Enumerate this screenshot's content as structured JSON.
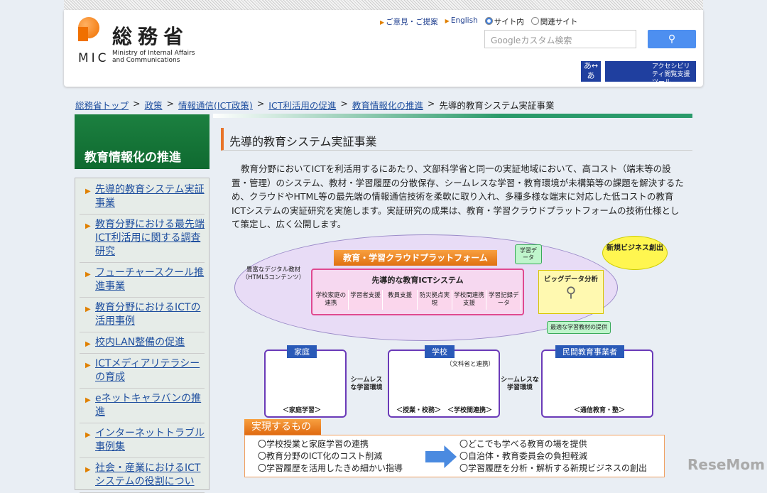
{
  "header": {
    "logo_kanji": "総務省",
    "logo_abbr": "MIC",
    "logo_en_1": "Ministry of Internal Affairs",
    "logo_en_2": "and Communications",
    "links": [
      "ご意見・ご提案",
      "English"
    ],
    "radio_site": "サイト内",
    "radio_related": "関連サイト",
    "search_placeholder": "Googleカスタム検索",
    "search_icon": "magnifier-icon",
    "acc_font": "あ↔あ",
    "acc_tool": "アクセシビリティ閲覧支援ツール"
  },
  "breadcrumb": [
    "総務省トップ",
    "政策",
    "情報通信(ICT政策)",
    "ICT利活用の促進",
    "教育情報化の推進"
  ],
  "breadcrumb_current": "先導的教育システム実証事業",
  "breadcrumb_sep": ">",
  "sidebar": {
    "title": "教育情報化の推進",
    "items": [
      "先導的教育システム実証事業",
      "教育分野における最先端ICT利活用に関する調査研究",
      "フューチャースクール推進事業",
      "教育分野におけるICTの活用事例",
      "校内LAN整備の促進",
      "ICTメディアリテラシーの育成",
      "eネットキャラバンの推進",
      "インターネットトラブル事例集",
      "社会・産業におけるICTシステムの役割につい"
    ]
  },
  "main": {
    "title": "先導的教育システム実証事業",
    "paragraph": "教育分野においてICTを利活用するにあたり、文部科学省と同一の実証地域において、高コスト（端末等の設置・管理）のシステム、教材・学習履歴の分散保存、シームレスな学習・教育環境が未構築等の課題を解決するため、クラウドやHTML等の最先端の情報通信技術を柔軟に取り入れ、多種多様な端末に対応した低コストの教育ICTシステムの実証研究を実施します。実証研究の成果は、教育・学習クラウドプラットフォームの技術仕様として策定し、広く公開します。"
  },
  "diagram": {
    "platform": "教育・学習クラウドプラットフォーム",
    "ict_system": "先導的な教育ICTシステム",
    "cells": [
      "学校家庭の連携",
      "学習者支援",
      "教員支援",
      "防災拠点実現",
      "学校間連携支援",
      "学習記録データ"
    ],
    "rich": "豊富なデジタル教材（HTML5コンテンツ）",
    "bigdata": "ビッグデータ分析",
    "learn_data": "学習データ",
    "optimal": "最適な学習教材の提供",
    "new_biz": "新規ビジネス創出",
    "panels": [
      {
        "tag": "家庭",
        "caption": "＜家庭学習＞"
      },
      {
        "tag": "学校",
        "caption": "＜授業・校務＞　＜学校間連携＞",
        "note": "（文科省と連携）"
      },
      {
        "tag": "民間教育事業者",
        "caption": "＜通信教育・塾＞"
      }
    ],
    "seamless": "シームレスな学習環境",
    "realize_title": "実現するもの",
    "left": [
      "〇学校授業と家庭学習の連携",
      "〇教育分野のICT化のコスト削減",
      "〇学習履歴を活用したきめ細かい指導"
    ],
    "right": [
      "〇どこでも学べる教育の場を提供",
      "〇自治体・教育委員会の負担軽減",
      "〇学習履歴を分析・解析する新規ビジネスの創出"
    ]
  },
  "watermark": "ReseMom"
}
